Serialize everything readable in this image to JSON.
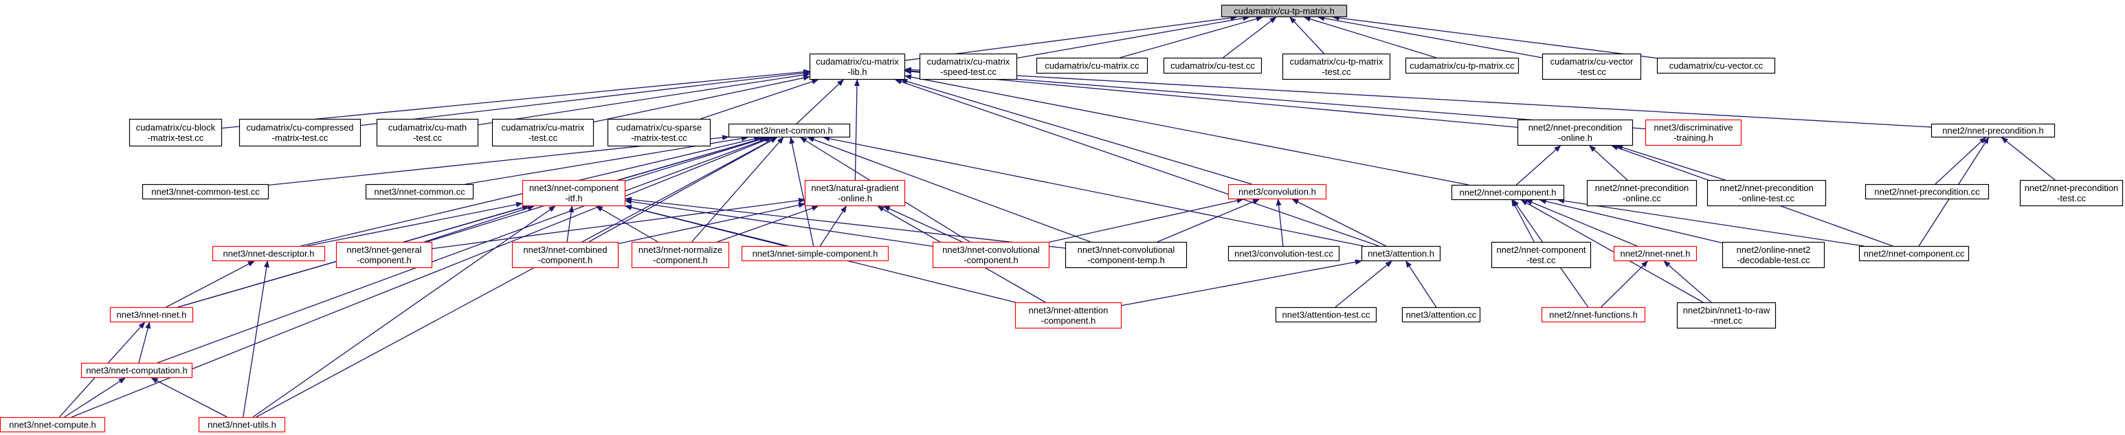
{
  "colors": {
    "edge": "#191970",
    "node_border_normal": "#000000",
    "node_border_truncated": "#ff0000",
    "node_fill": "#ffffff",
    "root_fill": "#bfbfbf",
    "text": "#000000"
  },
  "graph": {
    "nodes": [
      {
        "id": "root",
        "lines": [
          "cudamatrix/cu-tp-matrix.h"
        ],
        "style": "root"
      },
      {
        "id": "culib",
        "lines": [
          "cudamatrix/cu-matrix",
          "-lib.h"
        ],
        "style": "normal"
      },
      {
        "id": "cmspeed",
        "lines": [
          "cudamatrix/cu-matrix",
          "-speed-test.cc"
        ],
        "style": "normal"
      },
      {
        "id": "cmcc",
        "lines": [
          "cudamatrix/cu-matrix.cc"
        ],
        "style": "normal"
      },
      {
        "id": "cutest",
        "lines": [
          "cudamatrix/cu-test.cc"
        ],
        "style": "normal"
      },
      {
        "id": "cutptest",
        "lines": [
          "cudamatrix/cu-tp-matrix",
          "-test.cc"
        ],
        "style": "normal"
      },
      {
        "id": "cutpcc",
        "lines": [
          "cudamatrix/cu-tp-matrix.cc"
        ],
        "style": "normal"
      },
      {
        "id": "cuvectest",
        "lines": [
          "cudamatrix/cu-vector",
          "-test.cc"
        ],
        "style": "normal"
      },
      {
        "id": "cuveccc",
        "lines": [
          "cudamatrix/cu-vector.cc"
        ],
        "style": "normal"
      },
      {
        "id": "cublock",
        "lines": [
          "cudamatrix/cu-block",
          "-matrix-test.cc"
        ],
        "style": "normal"
      },
      {
        "id": "cucompressed",
        "lines": [
          "cudamatrix/cu-compressed",
          "-matrix-test.cc"
        ],
        "style": "normal"
      },
      {
        "id": "cumath",
        "lines": [
          "cudamatrix/cu-math",
          "-test.cc"
        ],
        "style": "normal"
      },
      {
        "id": "cumatrixtest",
        "lines": [
          "cudamatrix/cu-matrix",
          "-test.cc"
        ],
        "style": "normal"
      },
      {
        "id": "cusparse",
        "lines": [
          "cudamatrix/cu-sparse",
          "-matrix-test.cc"
        ],
        "style": "normal"
      },
      {
        "id": "nn3common",
        "lines": [
          "nnet3/nnet-common.h"
        ],
        "style": "normal"
      },
      {
        "id": "nn2precon_online",
        "lines": [
          "nnet2/nnet-precondition",
          "-online.h"
        ],
        "style": "normal"
      },
      {
        "id": "nn3disc",
        "lines": [
          "nnet3/discriminative",
          "-training.h"
        ],
        "style": "truncated"
      },
      {
        "id": "nn2precon",
        "lines": [
          "nnet2/nnet-precondition.h"
        ],
        "style": "normal"
      },
      {
        "id": "nn3commontest",
        "lines": [
          "nnet3/nnet-common-test.cc"
        ],
        "style": "normal"
      },
      {
        "id": "nn3commoncc",
        "lines": [
          "nnet3/nnet-common.cc"
        ],
        "style": "normal"
      },
      {
        "id": "nn3comptf",
        "lines": [
          "nnet3/nnet-component",
          "-itf.h"
        ],
        "style": "truncated"
      },
      {
        "id": "nn3natgrad",
        "lines": [
          "nnet3/natural-gradient",
          "-online.h"
        ],
        "style": "truncated"
      },
      {
        "id": "nn3conv",
        "lines": [
          "nnet3/convolution.h"
        ],
        "style": "truncated"
      },
      {
        "id": "nn2comp",
        "lines": [
          "nnet2/nnet-component.h"
        ],
        "style": "normal"
      },
      {
        "id": "nn2precononlinecc",
        "lines": [
          "nnet2/nnet-precondition",
          "-online.cc"
        ],
        "style": "normal"
      },
      {
        "id": "nn2precononlinetest",
        "lines": [
          "nnet2/nnet-precondition",
          "-online-test.cc"
        ],
        "style": "normal"
      },
      {
        "id": "nn2preconcc",
        "lines": [
          "nnet2/nnet-precondition.cc"
        ],
        "style": "normal"
      },
      {
        "id": "nn2precontest",
        "lines": [
          "nnet2/nnet-precondition",
          "-test.cc"
        ],
        "style": "normal"
      },
      {
        "id": "nn3desc",
        "lines": [
          "nnet3/nnet-descriptor.h"
        ],
        "style": "truncated"
      },
      {
        "id": "nn3general",
        "lines": [
          "nnet3/nnet-general",
          "-component.h"
        ],
        "style": "truncated"
      },
      {
        "id": "nn3combined",
        "lines": [
          "nnet3/nnet-combined",
          "-component.h"
        ],
        "style": "truncated"
      },
      {
        "id": "nn3normalize",
        "lines": [
          "nnet3/nnet-normalize",
          "-component.h"
        ],
        "style": "truncated"
      },
      {
        "id": "nn3simple",
        "lines": [
          "nnet3/nnet-simple-component.h"
        ],
        "style": "truncated"
      },
      {
        "id": "nn3convolutional",
        "lines": [
          "nnet3/nnet-convolutional",
          "-component.h"
        ],
        "style": "truncated"
      },
      {
        "id": "nn3convtemp",
        "lines": [
          "nnet3/nnet-convolutional",
          "-component-temp.h"
        ],
        "style": "normal"
      },
      {
        "id": "nn3convtest",
        "lines": [
          "nnet3/convolution-test.cc"
        ],
        "style": "normal"
      },
      {
        "id": "nn3attn",
        "lines": [
          "nnet3/attention.h"
        ],
        "style": "normal"
      },
      {
        "id": "nn2comptest",
        "lines": [
          "nnet2/nnet-component",
          "-test.cc"
        ],
        "style": "normal"
      },
      {
        "id": "nn2nnet",
        "lines": [
          "nnet2/nnet-nnet.h"
        ],
        "style": "truncated"
      },
      {
        "id": "nn2online",
        "lines": [
          "nnet2/online-nnet2",
          "-decodable-test.cc"
        ],
        "style": "normal"
      },
      {
        "id": "nn2compcc",
        "lines": [
          "nnet2/nnet-component.cc"
        ],
        "style": "normal"
      },
      {
        "id": "nn3nnet",
        "lines": [
          "nnet3/nnet-nnet.h"
        ],
        "style": "truncated"
      },
      {
        "id": "nn3attncomp",
        "lines": [
          "nnet3/nnet-attention",
          "-component.h"
        ],
        "style": "truncated"
      },
      {
        "id": "nn3attntest",
        "lines": [
          "nnet3/attention-test.cc"
        ],
        "style": "normal"
      },
      {
        "id": "nn3attncc",
        "lines": [
          "nnet3/attention.cc"
        ],
        "style": "normal"
      },
      {
        "id": "nn2functions",
        "lines": [
          "nnet2/nnet-functions.h"
        ],
        "style": "truncated"
      },
      {
        "id": "nn2bin",
        "lines": [
          "nnet2bin/nnet1-to-raw",
          "-nnet.cc"
        ],
        "style": "normal"
      },
      {
        "id": "nn3computation",
        "lines": [
          "nnet3/nnet-computation.h"
        ],
        "style": "truncated"
      },
      {
        "id": "nn3compute",
        "lines": [
          "nnet3/nnet-compute.h"
        ],
        "style": "truncated"
      },
      {
        "id": "nn3utils",
        "lines": [
          "nnet3/nnet-utils.h"
        ],
        "style": "truncated"
      }
    ],
    "edges": [
      {
        "from": "culib",
        "to": "root"
      },
      {
        "from": "cmspeed",
        "to": "root"
      },
      {
        "from": "cmcc",
        "to": "root"
      },
      {
        "from": "cutest",
        "to": "root"
      },
      {
        "from": "cutptest",
        "to": "root"
      },
      {
        "from": "cutpcc",
        "to": "root"
      },
      {
        "from": "cuvectest",
        "to": "root"
      },
      {
        "from": "cuveccc",
        "to": "root"
      },
      {
        "from": "cublock",
        "to": "culib"
      },
      {
        "from": "cucompressed",
        "to": "culib"
      },
      {
        "from": "cumath",
        "to": "culib"
      },
      {
        "from": "cumatrixtest",
        "to": "culib"
      },
      {
        "from": "cusparse",
        "to": "culib"
      },
      {
        "from": "nn3common",
        "to": "culib"
      },
      {
        "from": "nn3natgrad",
        "to": "culib"
      },
      {
        "from": "nn2precon_online",
        "to": "culib"
      },
      {
        "from": "nn3disc",
        "to": "culib"
      },
      {
        "from": "nn2precon",
        "to": "culib"
      },
      {
        "from": "nn3conv",
        "to": "culib"
      },
      {
        "from": "nn3attn",
        "to": "culib"
      },
      {
        "from": "nn2comp",
        "to": "culib"
      },
      {
        "from": "nn3commontest",
        "to": "nn3common"
      },
      {
        "from": "nn3commoncc",
        "to": "nn3common"
      },
      {
        "from": "nn3comptf",
        "to": "nn3common"
      },
      {
        "from": "nn3desc",
        "to": "nn3common"
      },
      {
        "from": "nn3general",
        "to": "nn3common"
      },
      {
        "from": "nn3combined",
        "to": "nn3common"
      },
      {
        "from": "nn3normalize",
        "to": "nn3common"
      },
      {
        "from": "nn3simple",
        "to": "nn3common"
      },
      {
        "from": "nn3convolutional",
        "to": "nn3common"
      },
      {
        "from": "nn3convtemp",
        "to": "nn3common"
      },
      {
        "from": "nn3attn",
        "to": "nn3common"
      },
      {
        "from": "nn3nnet",
        "to": "nn3common"
      },
      {
        "from": "nn3computation",
        "to": "nn3common"
      },
      {
        "from": "nn3compute",
        "to": "nn3common"
      },
      {
        "from": "nn3utils",
        "to": "nn3common"
      },
      {
        "from": "nn3desc",
        "to": "nn3comptf"
      },
      {
        "from": "nn3general",
        "to": "nn3comptf"
      },
      {
        "from": "nn3combined",
        "to": "nn3comptf"
      },
      {
        "from": "nn3normalize",
        "to": "nn3comptf"
      },
      {
        "from": "nn3simple",
        "to": "nn3comptf"
      },
      {
        "from": "nn3convolutional",
        "to": "nn3comptf"
      },
      {
        "from": "nn3convtemp",
        "to": "nn3comptf"
      },
      {
        "from": "nn3attncomp",
        "to": "nn3comptf"
      },
      {
        "from": "nn3nnet",
        "to": "nn3comptf"
      },
      {
        "from": "nn3utils",
        "to": "nn3comptf"
      },
      {
        "from": "nn3general",
        "to": "nn3natgrad"
      },
      {
        "from": "nn3combined",
        "to": "nn3natgrad"
      },
      {
        "from": "nn3normalize",
        "to": "nn3natgrad"
      },
      {
        "from": "nn3simple",
        "to": "nn3natgrad"
      },
      {
        "from": "nn3convolutional",
        "to": "nn3natgrad"
      },
      {
        "from": "nn3attncomp",
        "to": "nn3natgrad"
      },
      {
        "from": "nn3convolutional",
        "to": "nn3conv"
      },
      {
        "from": "nn3convtemp",
        "to": "nn3conv"
      },
      {
        "from": "nn3convtest",
        "to": "nn3conv"
      },
      {
        "from": "nn3attn",
        "to": "nn3conv"
      },
      {
        "from": "nn3attncomp",
        "to": "nn3attn"
      },
      {
        "from": "nn3attntest",
        "to": "nn3attn"
      },
      {
        "from": "nn3attncc",
        "to": "nn3attn"
      },
      {
        "from": "nn3nnet",
        "to": "nn3desc"
      },
      {
        "from": "nn3utils",
        "to": "nn3desc"
      },
      {
        "from": "nn3computation",
        "to": "nn3nnet"
      },
      {
        "from": "nn3compute",
        "to": "nn3nnet"
      },
      {
        "from": "nn3compute",
        "to": "nn3computation"
      },
      {
        "from": "nn3utils",
        "to": "nn3computation"
      },
      {
        "from": "nn2comp",
        "to": "nn2precon_online"
      },
      {
        "from": "nn2precononlinecc",
        "to": "nn2precon_online"
      },
      {
        "from": "nn2precononlinetest",
        "to": "nn2precon_online"
      },
      {
        "from": "nn2compcc",
        "to": "nn2precon_online"
      },
      {
        "from": "nn2preconcc",
        "to": "nn2precon"
      },
      {
        "from": "nn2precontest",
        "to": "nn2precon"
      },
      {
        "from": "nn2compcc",
        "to": "nn2precon"
      },
      {
        "from": "nn2comptest",
        "to": "nn2comp"
      },
      {
        "from": "nn2nnet",
        "to": "nn2comp"
      },
      {
        "from": "nn2online",
        "to": "nn2comp"
      },
      {
        "from": "nn2compcc",
        "to": "nn2comp"
      },
      {
        "from": "nn2functions",
        "to": "nn2comp"
      },
      {
        "from": "nn2bin",
        "to": "nn2comp"
      },
      {
        "from": "nn2functions",
        "to": "nn2nnet"
      },
      {
        "from": "nn2bin",
        "to": "nn2nnet"
      }
    ]
  }
}
